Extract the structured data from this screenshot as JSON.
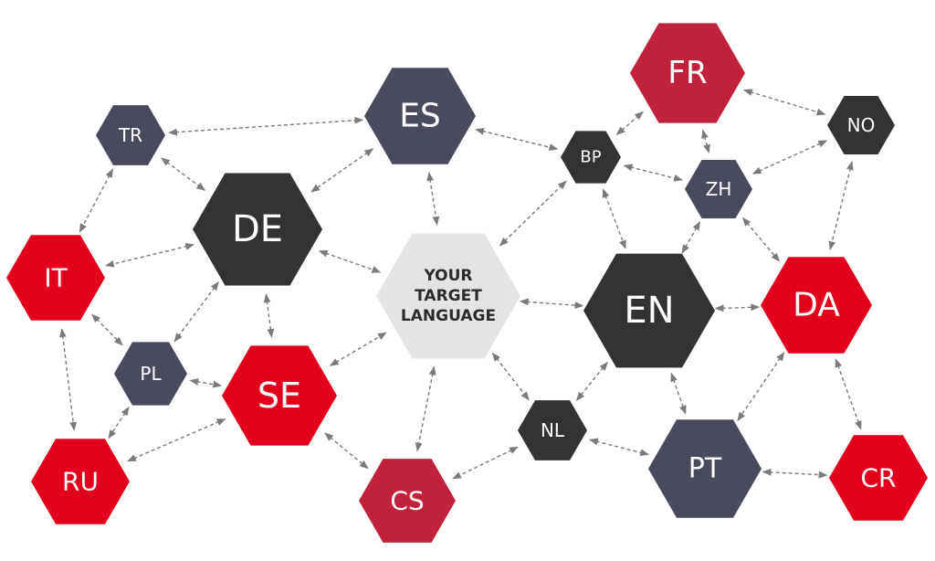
{
  "colors": {
    "bright_red": "#e2001a",
    "dark_red": "#c0223c",
    "charcoal": "#333333",
    "slate": "#4a4a5e",
    "light_gray": "#e4e4e6",
    "arrow": "#7a7a7a"
  },
  "nodes": {
    "FR": {
      "label": "FR",
      "color": "dark_red"
    },
    "NO": {
      "label": "NO",
      "color": "charcoal"
    },
    "BP": {
      "label": "BP",
      "color": "charcoal"
    },
    "ZH": {
      "label": "ZH",
      "color": "slate"
    },
    "ES": {
      "label": "ES",
      "color": "slate"
    },
    "TR": {
      "label": "TR",
      "color": "slate"
    },
    "DE": {
      "label": "DE",
      "color": "charcoal"
    },
    "IT": {
      "label": "IT",
      "color": "bright_red"
    },
    "TARGET": {
      "label": [
        "YOUR",
        "TARGET",
        "LANGUAGE"
      ],
      "color": "light_gray"
    },
    "EN": {
      "label": "EN",
      "color": "charcoal"
    },
    "DA": {
      "label": "DA",
      "color": "bright_red"
    },
    "PL": {
      "label": "PL",
      "color": "slate"
    },
    "SE": {
      "label": "SE",
      "color": "bright_red"
    },
    "NL": {
      "label": "NL",
      "color": "charcoal"
    },
    "RU": {
      "label": "RU",
      "color": "bright_red"
    },
    "CS": {
      "label": "CS",
      "color": "dark_red"
    },
    "PT": {
      "label": "PT",
      "color": "slate"
    },
    "CR": {
      "label": "CR",
      "color": "bright_red"
    }
  },
  "edges": [
    [
      "TR",
      "ES"
    ],
    [
      "TR",
      "DE"
    ],
    [
      "TR",
      "IT"
    ],
    [
      "ES",
      "DE"
    ],
    [
      "ES",
      "BP"
    ],
    [
      "ES",
      "TARGET"
    ],
    [
      "DE",
      "IT"
    ],
    [
      "DE",
      "TARGET"
    ],
    [
      "DE",
      "PL"
    ],
    [
      "DE",
      "SE"
    ],
    [
      "IT",
      "PL"
    ],
    [
      "IT",
      "RU"
    ],
    [
      "PL",
      "RU"
    ],
    [
      "PL",
      "SE"
    ],
    [
      "SE",
      "TARGET"
    ],
    [
      "SE",
      "CS"
    ],
    [
      "RU",
      "SE"
    ],
    [
      "TARGET",
      "BP"
    ],
    [
      "TARGET",
      "EN"
    ],
    [
      "TARGET",
      "CS"
    ],
    [
      "TARGET",
      "NL"
    ],
    [
      "BP",
      "FR"
    ],
    [
      "BP",
      "ZH"
    ],
    [
      "BP",
      "EN"
    ],
    [
      "FR",
      "ZH"
    ],
    [
      "FR",
      "NO"
    ],
    [
      "ZH",
      "NO"
    ],
    [
      "ZH",
      "EN"
    ],
    [
      "ZH",
      "DA"
    ],
    [
      "NO",
      "DA"
    ],
    [
      "EN",
      "DA"
    ],
    [
      "EN",
      "NL"
    ],
    [
      "EN",
      "PT"
    ],
    [
      "DA",
      "PT"
    ],
    [
      "DA",
      "CR"
    ],
    [
      "NL",
      "CS"
    ],
    [
      "NL",
      "PT"
    ],
    [
      "PT",
      "CR"
    ]
  ]
}
